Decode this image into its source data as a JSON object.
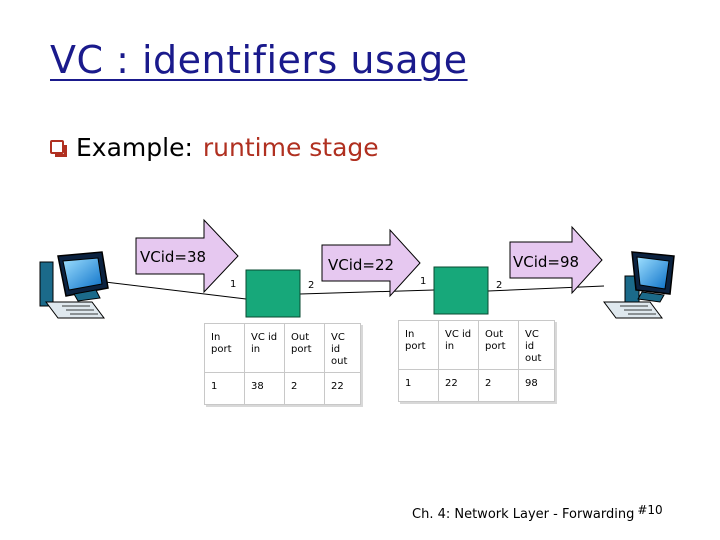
{
  "title": "VC : identifiers usage",
  "bullet": {
    "text": "Example:",
    "highlight": "runtime stage"
  },
  "arrows": [
    "VCid=38",
    "VCid=22",
    "VCid=98"
  ],
  "ports": {
    "router_a_in": "1",
    "router_a_out": "2",
    "router_b_in": "1",
    "router_b_out": "2"
  },
  "colors": {
    "router_fill": "#17a87a",
    "arrow_fill": "#e6c8f0",
    "title": "#1a1a8c",
    "accent": "#b03020"
  },
  "tables": [
    {
      "headers": [
        [
          "In",
          "port"
        ],
        [
          "VC id",
          "in"
        ],
        [
          "Out",
          "port"
        ],
        [
          "VC id",
          "out"
        ]
      ],
      "row": [
        "1",
        "38",
        "2",
        "22"
      ]
    },
    {
      "headers": [
        [
          "In",
          "port"
        ],
        [
          "VC id",
          "in"
        ],
        [
          "Out",
          "port"
        ],
        [
          "VC id",
          "out"
        ]
      ],
      "row": [
        "1",
        "22",
        "2",
        "98"
      ]
    }
  ],
  "footer": {
    "text": "Ch. 4: Network Layer - Forwarding",
    "page": "#10"
  }
}
